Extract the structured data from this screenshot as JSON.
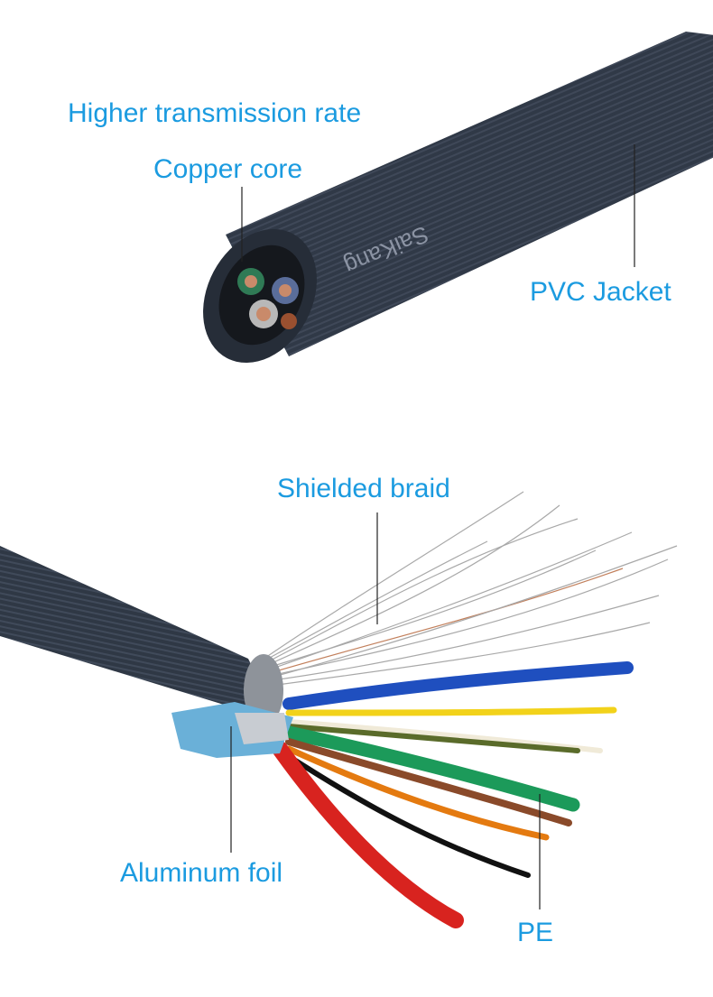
{
  "labels": {
    "transmission": "Higher transmission rate",
    "copper_core": "Copper core",
    "pvc_jacket": "PVC Jacket",
    "shielded_braid": "Shielded braid",
    "aluminum_foil": "Aluminum foil",
    "pe": "PE"
  },
  "cable_print": "SaiKang",
  "colors": {
    "label": "#1b9be0",
    "jacket": "#2f3845",
    "wires": [
      "#1f4fbf",
      "#f2d21a",
      "#f0ead8",
      "#5a6b2a",
      "#1c9a5a",
      "#8a4a2a",
      "#e47a10",
      "#111111",
      "#d8231f"
    ]
  }
}
